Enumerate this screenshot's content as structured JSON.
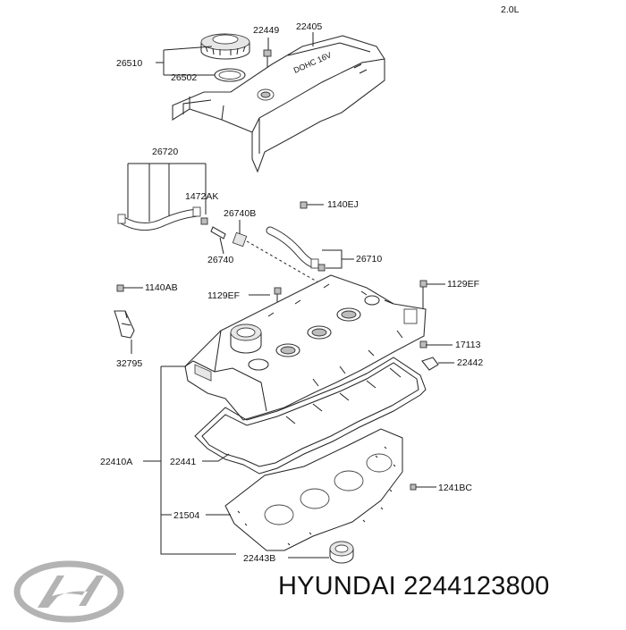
{
  "engine": "2.0L",
  "labels": {
    "p26510": "26510",
    "p26502": "26502",
    "p22449": "22449",
    "p22405": "22405",
    "p26720": "26720",
    "p1472AK": "1472AK",
    "p26740B": "26740B",
    "p1140EJ": "1140EJ",
    "p26740": "26740",
    "p26710": "26710",
    "p1140AB": "1140AB",
    "p1129EF_a": "1129EF",
    "p1129EF_b": "1129EF",
    "p17113": "17113",
    "p22442": "22442",
    "p32795": "32795",
    "p22410A": "22410A",
    "p22441": "22441",
    "p1241BC": "1241BC",
    "p21504": "21504",
    "p22443B": "22443B"
  },
  "cover_text": "DOHC 16V",
  "brand": "HYUNDAI",
  "part_number": "2244123800"
}
